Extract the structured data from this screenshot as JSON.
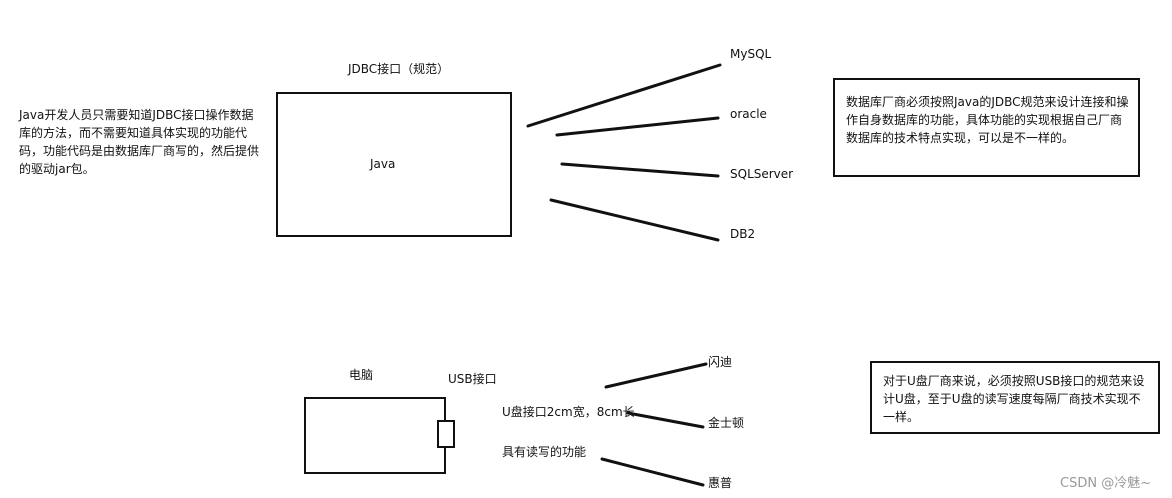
{
  "jdbc": {
    "left_note": "Java开发人员只需要知道JDBC接口操作数据库的方法，而不需要知道具体实现的功能代码，功能代码是由数据库厂商写的，然后提供的驱动jar包。",
    "interface_title": "JDBC接口（规范）",
    "box_label": "Java",
    "vendors": [
      "MySQL",
      "oracle",
      "SQLServer",
      "DB2"
    ],
    "right_note": "数据库厂商必须按照Java的JDBC规范来设计连接和操作自身数据库的功能，具体功能的实现根据自己厂商数据库的技术特点实现，可以是不一样的。"
  },
  "usb": {
    "computer_label": "电脑",
    "interface_label": "USB接口",
    "spec_text": "U盘接口2cm宽，8cm长",
    "feature_text": "具有读写的功能",
    "vendors": [
      "闪迪",
      "金士顿",
      "惠普"
    ],
    "right_note": "对于U盘厂商来说，必须按照USB接口的规范来设计U盘，至于U盘的读写速度每隔厂商技术实现不一样。"
  },
  "watermark": "CSDN @冷魅~"
}
